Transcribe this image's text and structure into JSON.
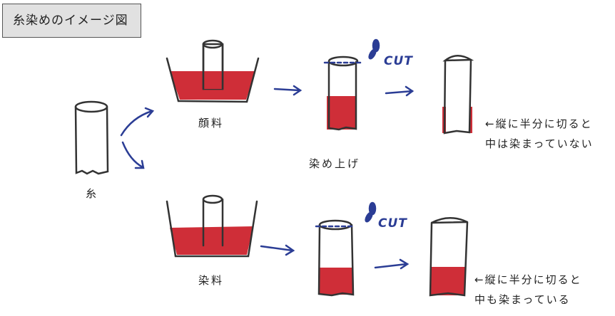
{
  "title": "糸染めのイメージ図",
  "labels": {
    "thread": "糸",
    "pigment": "顔料",
    "dye": "染料",
    "dyed": "染め上げ",
    "cut_top": "CUT",
    "cut_bottom": "CUT"
  },
  "notes": {
    "pigment_line1": "←縦に半分に切ると",
    "pigment_line2": "中は染まっていない",
    "dye_line1": "←縦に半分に切ると",
    "dye_line2": "中も染まっている"
  },
  "colors": {
    "red": "#cf2e38",
    "blue": "#2b3d95",
    "ink": "#333333"
  }
}
